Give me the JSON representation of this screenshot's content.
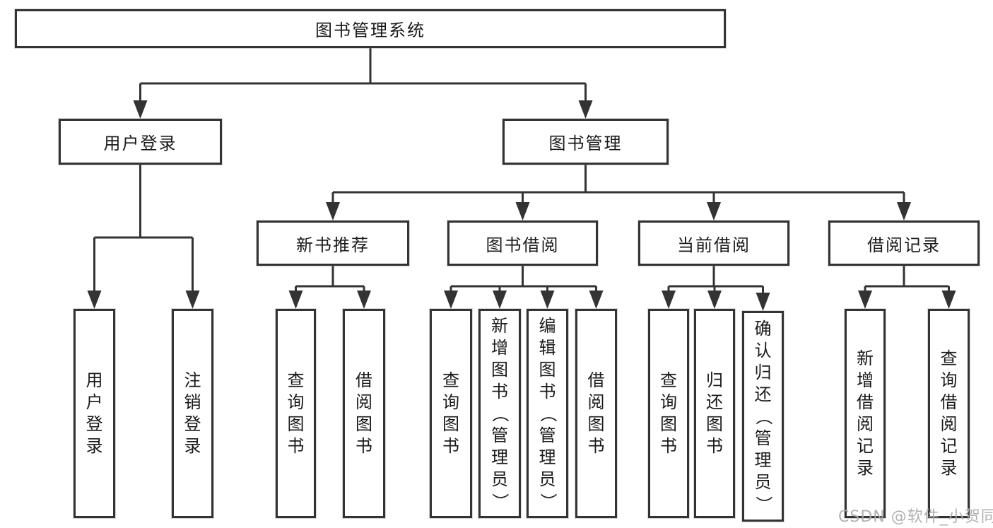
{
  "diagram": {
    "title": "图书管理系统",
    "watermark": "CSDN @软件_小贺同学",
    "colors": {
      "background": "#ffffff",
      "line": "#333333",
      "box_border": "#333333",
      "text": "#1a1a1a",
      "watermark": "#adadad"
    },
    "nodes": [
      {
        "id": "root",
        "label": "图书管理系统",
        "orientation": "horizontal"
      },
      {
        "id": "user-login",
        "label": "用户登录",
        "orientation": "horizontal"
      },
      {
        "id": "book-management",
        "label": "图书管理",
        "orientation": "horizontal"
      },
      {
        "id": "new-book-recommend",
        "label": "新书推荐",
        "orientation": "horizontal"
      },
      {
        "id": "book-borrow",
        "label": "图书借阅",
        "orientation": "horizontal"
      },
      {
        "id": "current-borrow",
        "label": "当前借阅",
        "orientation": "horizontal"
      },
      {
        "id": "borrow-records",
        "label": "借阅记录",
        "orientation": "horizontal"
      },
      {
        "id": "leaf-user-login",
        "label": "用户登录",
        "orientation": "vertical"
      },
      {
        "id": "leaf-logout",
        "label": "注销登录",
        "orientation": "vertical"
      },
      {
        "id": "nb-query-books",
        "label": "查询图书",
        "orientation": "vertical"
      },
      {
        "id": "nb-borrow-books",
        "label": "借阅图书",
        "orientation": "vertical"
      },
      {
        "id": "bb-query-books",
        "label": "查询图书",
        "orientation": "vertical"
      },
      {
        "id": "bb-add-book-admin",
        "label": "新增图书（管理员）",
        "orientation": "vertical"
      },
      {
        "id": "bb-edit-book-admin",
        "label": "编辑图书（管理员）",
        "orientation": "vertical"
      },
      {
        "id": "bb-borrow-books",
        "label": "借阅图书",
        "orientation": "vertical"
      },
      {
        "id": "cb-query-books",
        "label": "查询图书",
        "orientation": "vertical"
      },
      {
        "id": "cb-return-book",
        "label": "归还图书",
        "orientation": "vertical"
      },
      {
        "id": "cb-confirm-return",
        "label": "确认归还（管理员）",
        "orientation": "vertical"
      },
      {
        "id": "br-add-record",
        "label": "新增借阅记录",
        "orientation": "vertical"
      },
      {
        "id": "br-query-record",
        "label": "查询借阅记录",
        "orientation": "vertical"
      }
    ],
    "edges": [
      {
        "from": "root",
        "to": [
          "user-login",
          "book-management"
        ]
      },
      {
        "from": "user-login",
        "to": [
          "leaf-user-login",
          "leaf-logout"
        ]
      },
      {
        "from": "book-management",
        "to": [
          "new-book-recommend",
          "book-borrow",
          "current-borrow",
          "borrow-records"
        ]
      },
      {
        "from": "new-book-recommend",
        "to": [
          "nb-query-books",
          "nb-borrow-books"
        ]
      },
      {
        "from": "book-borrow",
        "to": [
          "bb-query-books",
          "bb-add-book-admin",
          "bb-edit-book-admin",
          "bb-borrow-books"
        ]
      },
      {
        "from": "current-borrow",
        "to": [
          "cb-query-books",
          "cb-return-book",
          "cb-confirm-return"
        ]
      },
      {
        "from": "borrow-records",
        "to": [
          "br-add-record",
          "br-query-record"
        ]
      }
    ]
  }
}
